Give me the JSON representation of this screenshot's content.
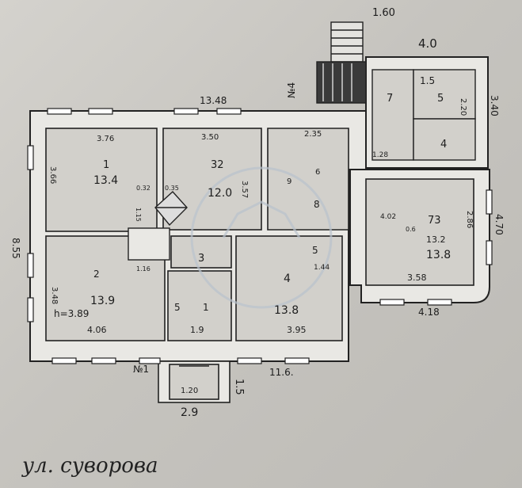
{
  "plan": {
    "overall_dims": {
      "top_width": "13.48",
      "left_height": "8.55",
      "bottom_width": "11.6.",
      "right_height": "4.70",
      "right_annex_height": "3.40",
      "annex_top_width": "4.0",
      "stair_width": "1.60",
      "porch_depth": "1.5",
      "porch_width": "2.9",
      "porch_inner": "1.20",
      "annex_bottom": "4.18"
    },
    "rooms": [
      {
        "id": "1",
        "area": "13.4",
        "width": "3.76",
        "depth": "3.66"
      },
      {
        "id": "32",
        "area": "12.0",
        "width": "3.50",
        "depth": "3.57"
      },
      {
        "id": "2",
        "area": "13.9",
        "width": "4.06",
        "depth": "3.48",
        "ceiling": "h=3.89"
      },
      {
        "id": "3",
        "area": "",
        "width": "1.9",
        "depth": ""
      },
      {
        "id": "4",
        "area": "13.8",
        "width": "3.95",
        "depth": ""
      },
      {
        "id": "73",
        "area": "13.8",
        "prev_area": "13.2",
        "width": "3.58",
        "depth": "2.86"
      },
      {
        "id": "7",
        "area": "",
        "width": "1.28",
        "depth": ""
      },
      {
        "id": "5",
        "area": "",
        "width": "",
        "depth": "2.20"
      },
      {
        "id": "4",
        "area": "",
        "width": "",
        "depth": ""
      }
    ],
    "small_labels": {
      "corridor_width": "2.35",
      "door_a": "0.32",
      "door_b": "0.35",
      "door_c": "1.15",
      "bath": "1.16",
      "hall": "1.44",
      "l6": "6",
      "l8": "8",
      "l9": "9",
      "l5a": "5",
      "l5b": "5",
      "l31": "1",
      "l402": "4.02",
      "l06": "0.6",
      "e1": "1.5"
    },
    "entrances": {
      "main": "№1",
      "side": "№4"
    },
    "street": "ул. суворова"
  },
  "colors": {
    "ink": "#1d1d1d",
    "wall": "#e9e8e4",
    "paper": "#cfcdc8"
  }
}
